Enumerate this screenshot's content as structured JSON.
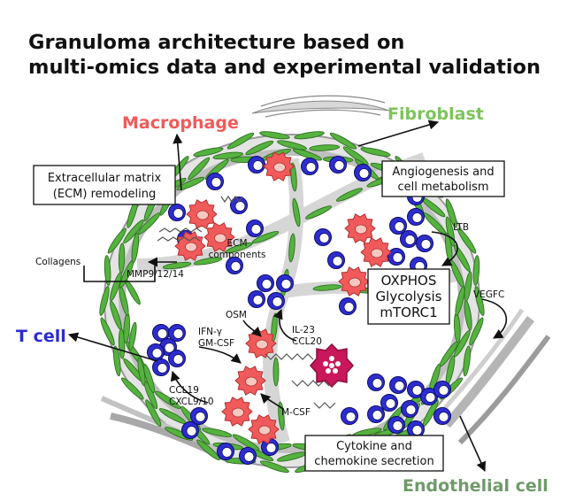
{
  "title": {
    "line1": "Granuloma architecture based on",
    "line2": "multi-omics data and experimental validation"
  },
  "cell_types": {
    "macrophage": "Macrophage",
    "fibroblast": "Fibroblast",
    "t_cell": "T cell",
    "endothelial": "Endothelial cell"
  },
  "boxes": {
    "ecm_line1": "Extracellular matrix",
    "ecm_line2": "(ECM) remodeling",
    "angio_line1": "Angiogenesis and",
    "angio_line2": "cell metabolism",
    "metab_line1": "OXPHOS",
    "metab_line2": "Glycolysis",
    "metab_line3": "mTORC1",
    "cytokine_line1": "Cytokine and",
    "cytokine_line2": "chemokine secretion"
  },
  "labels": {
    "ecm_comp1": "ECM",
    "ecm_comp2": "components",
    "collagens": "Collagens",
    "mmp": "MMP9/12/14",
    "ltb": "LTB",
    "vegfc": "VEGFC",
    "osm": "OSM",
    "ifng": "IFN-γ",
    "gmcsf": "GM-CSF",
    "il23": "IL-23",
    "ccl20": "CCL20",
    "ccl19": "CCL19",
    "cxcl": "CXCL9/10",
    "mcsf": "M-CSF"
  },
  "colors": {
    "macrophage": "#f05a5a",
    "fibroblast": "#7dc45a",
    "t_cell": "#2b2bd6",
    "endothelial": "#6f9a6a",
    "giant_cell": "#c8175a",
    "fibro_fill": "#55b23f",
    "tcell_fill": "#2d2dd0"
  },
  "icons": {
    "macrophage_cell": "red-star-cell-icon",
    "t_cell": "blue-ring-cell-icon",
    "fibroblast": "green-spindle-cell-icon",
    "giant_cell": "multinucleated-giant-cell-icon"
  }
}
